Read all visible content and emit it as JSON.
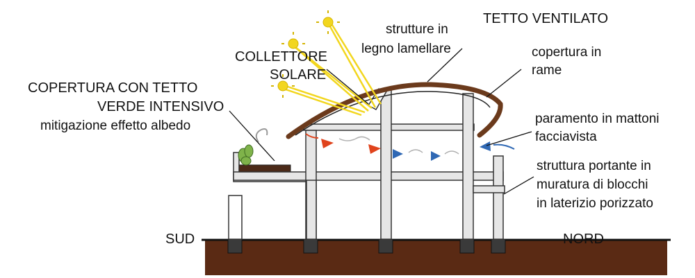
{
  "labels": {
    "tetto_ventilato": "TETTO VENTILATO",
    "strutture_line1": "strutture in",
    "strutture_line2": "legno lamellare",
    "copertura_rame_line1": "copertura in",
    "copertura_rame_line2": "rame",
    "collettore_line1": "COLLETTORE",
    "collettore_line2": "SOLARE",
    "tetto_verde_line1": "COPERTURA CON TETTO",
    "tetto_verde_line2": "VERDE INTENSIVO",
    "tetto_verde_line3": "mitigazione effetto albedo",
    "paramento_line1": "paramento in mattoni",
    "paramento_line2": "facciavista",
    "struttura_line1": "struttura portante in",
    "struttura_line2": "muratura di blocchi",
    "struttura_line3": "in laterizio porizzato",
    "sud": "SUD",
    "nord": "NORD"
  },
  "colors": {
    "soil": "#5a2a14",
    "wall_fill": "#e6e6e6",
    "wall_stroke": "#333333",
    "roof_wood": "#6b3a1c",
    "sun_yellow": "#f2d61e",
    "air_warm": "#e0431c",
    "air_cool": "#2f68b4",
    "greenery": "#7fb34a"
  }
}
